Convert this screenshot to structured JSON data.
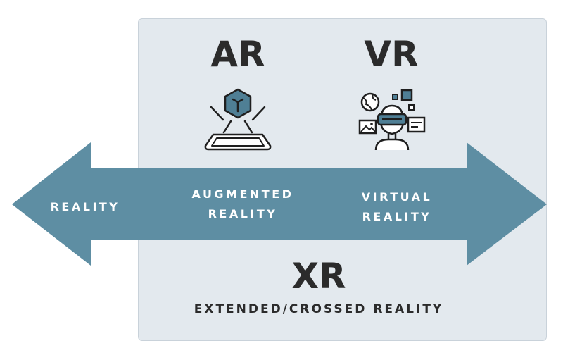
{
  "colors": {
    "panel_bg": "#e3e9ee",
    "arrow": "#5e8ea3",
    "icon_fill": "#4f7f95",
    "text_dark": "#2b2b2b",
    "text_light": "#ffffff"
  },
  "headings": {
    "ar": "AR",
    "vr": "VR",
    "xr": "XR"
  },
  "arrow_labels": {
    "reality": "REALITY",
    "augmented_line1": "AUGMENTED",
    "augmented_line2": "REALITY",
    "virtual_line1": "VIRTUAL",
    "virtual_line2": "REALITY"
  },
  "xr_subtitle": "EXTENDED/CROSSED REALITY",
  "icons": {
    "ar": "tablet-hologram-cube-icon",
    "vr": "person-vr-headset-icon"
  }
}
